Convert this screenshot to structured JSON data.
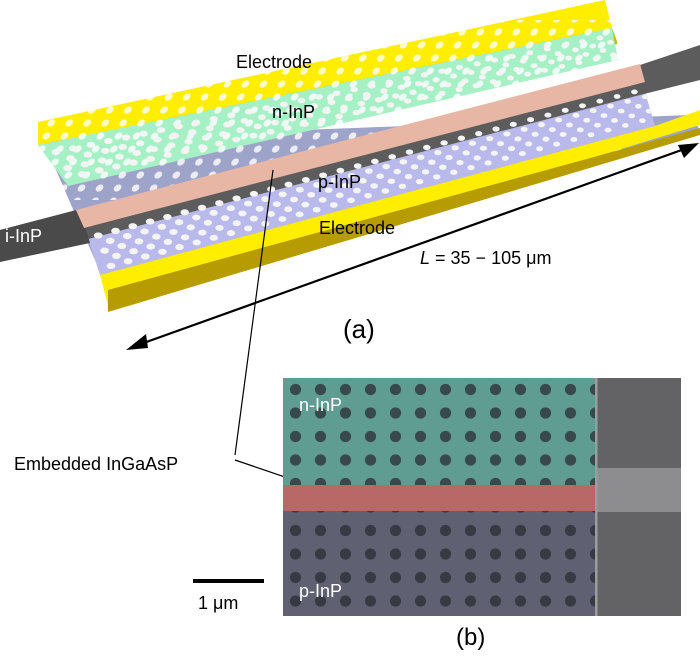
{
  "panel_a": {
    "caption": "(a)",
    "electrode_top": "Electrode",
    "electrode_bottom": "Electrode",
    "n_layer": "n-InP",
    "p_layer": "p-InP",
    "waveguide": "i-InP",
    "length_var": "L",
    "length_value": " = 35 − 105 μm"
  },
  "callout": "Embedded InGaAsP",
  "panel_b": {
    "caption": "(b)",
    "n_layer": "n-InP",
    "p_layer": "p-InP",
    "scale": "1 μm"
  },
  "colors": {
    "electrode": "#ffee00",
    "n_region": "#a6f0c6",
    "p_region": "#b9b9ec",
    "active_stripe": "#e7b6a4",
    "sem_n_tint": "#5f9c92",
    "sem_p_tint": "#5f6071",
    "sem_stripe": "#b86866"
  }
}
